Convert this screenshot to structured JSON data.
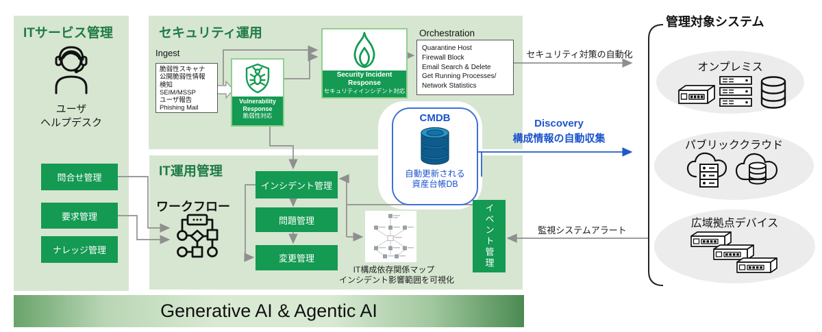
{
  "itsm": {
    "title": "ITサービス管理",
    "user_line1": "ユーザ",
    "user_line2": "ヘルプデスク",
    "boxes": [
      "問合せ管理",
      "要求管理",
      "ナレッジ管理"
    ]
  },
  "secops": {
    "title": "セキュリティ運用",
    "ingest_label": "Ingest",
    "ingest_items": [
      "脆弱性スキャナ",
      "公開脆弱性情報",
      "検知",
      "SEIM/MSSP",
      "ユーザ報告",
      "Phishing Mail"
    ],
    "vuln": {
      "en1": "Vulnerability",
      "en2": "Response",
      "jp": "脆弱性対応"
    },
    "sir": {
      "en1": "Security Incident",
      "en2": "Response",
      "jp": "セキュリティインシデント対応"
    },
    "orchestration_label": "Orchestration",
    "orchestration_items": [
      "Quarantine Host",
      "Firewall Block",
      "Email Search & Delete",
      "Get Running Processes/",
      "Network Statistics"
    ]
  },
  "cmdb": {
    "title": "CMDB",
    "caption_line1": "自動更新される",
    "caption_line2": "資産台帳DB"
  },
  "itom": {
    "title": "IT運用管理",
    "workflow_label": "ワークフロー",
    "boxes": [
      "インシデント管理",
      "問題管理",
      "変更管理"
    ],
    "event_box": "イベント管理",
    "map_caption_line1": "IT構成依存関係マップ",
    "map_caption_line2": "インシデント影響範囲を可視化"
  },
  "flows": {
    "security_automation": "セキュリティ対策の自動化",
    "discovery_line1": "Discovery",
    "discovery_line2": "構成情報の自動収集",
    "monitoring_alert": "監視システムアラート"
  },
  "managed": {
    "title": "管理対象システム",
    "groups": [
      {
        "label": "オンプレミス"
      },
      {
        "label": "パブリッククラウド"
      },
      {
        "label": "広域拠点デバイス"
      }
    ]
  },
  "banner": {
    "label": "Generative AI & Agentic AI"
  },
  "colors": {
    "panel_bg": "#d7e6d1",
    "heading_green": "#1e7b45",
    "box_green": "#149a52",
    "accent_blue": "#1d53cc",
    "arrow_gray": "#8f8f8f"
  }
}
